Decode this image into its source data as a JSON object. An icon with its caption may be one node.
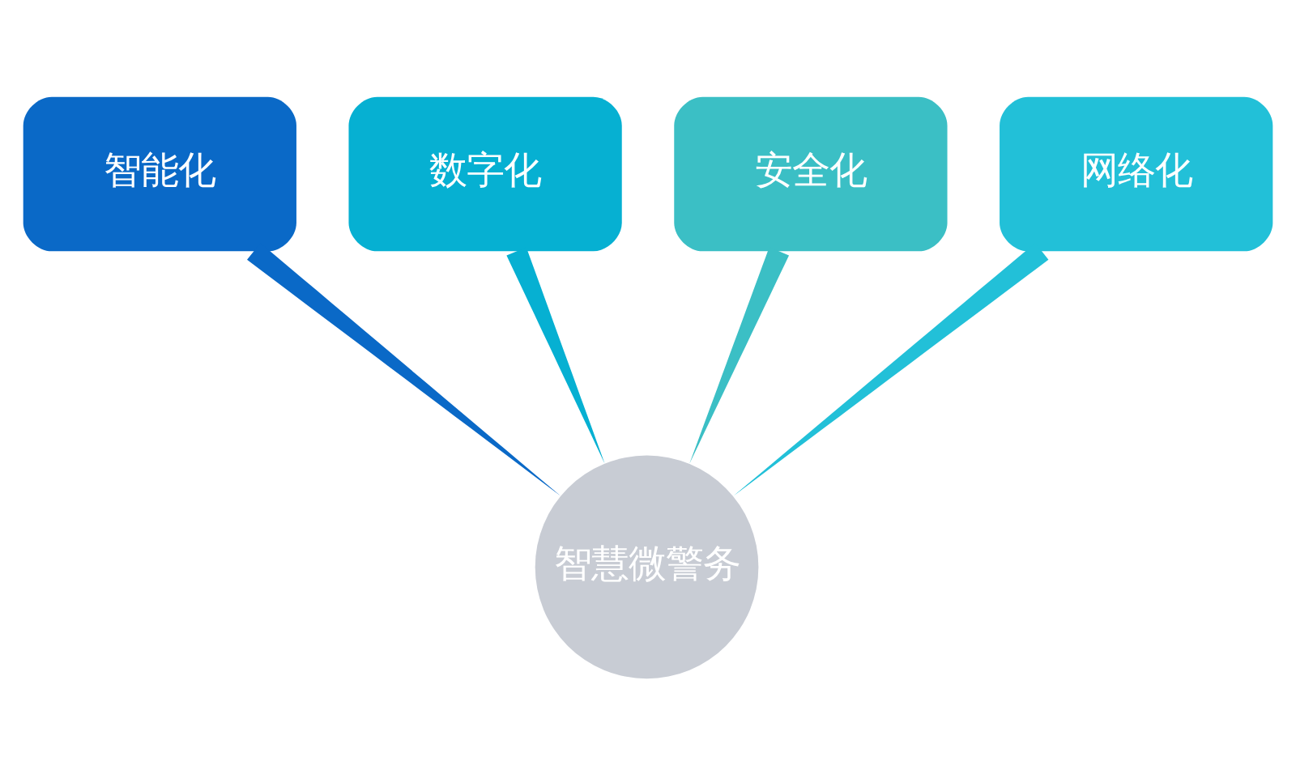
{
  "diagram": {
    "nodes": [
      {
        "text": [
          "智能化"
        ]
      },
      {
        "text": [
          "数字化"
        ]
      },
      {
        "text": [
          "安全化"
        ]
      },
      {
        "text": [
          "网络化"
        ]
      },
      {
        "text": [
          "智慧微警务"
        ]
      }
    ],
    "edges": [
      {
        "from": 0,
        "to": 4,
        "arrow": "none",
        "style": "thick",
        "color": "#0a69c7"
      },
      {
        "from": 1,
        "to": 4,
        "arrow": "none",
        "style": "thick",
        "color": "#06b0d2"
      },
      {
        "from": 2,
        "to": 4,
        "arrow": "none",
        "style": "thick",
        "color": "#3bbfc5"
      },
      {
        "from": 3,
        "to": 4,
        "arrow": "none",
        "style": "thick",
        "color": "#22c0d8"
      }
    ]
  }
}
